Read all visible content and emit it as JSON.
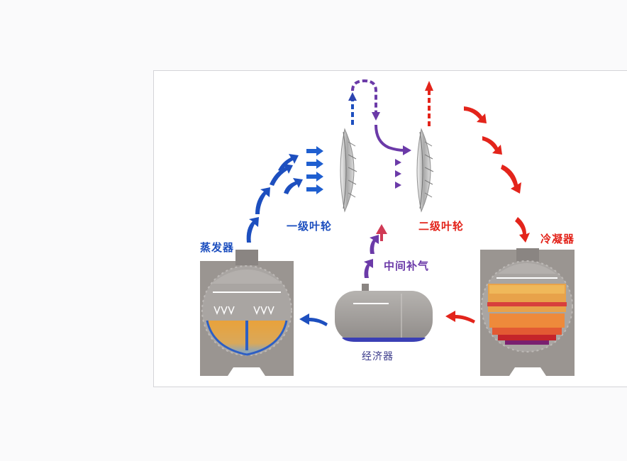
{
  "labels": {
    "evaporator": "蒸发器",
    "stage1_impeller": "一级叶轮",
    "stage2_impeller": "二级叶轮",
    "condenser": "冷凝器",
    "intermediate_injection": "中间补气",
    "economizer": "经济器"
  },
  "colors": {
    "blue": "#1d4fbf",
    "purple": "#6b3aa8",
    "red": "#e3241b",
    "vessel_gray": "#9a9591",
    "economizer_gray": "#a6a3a0"
  }
}
